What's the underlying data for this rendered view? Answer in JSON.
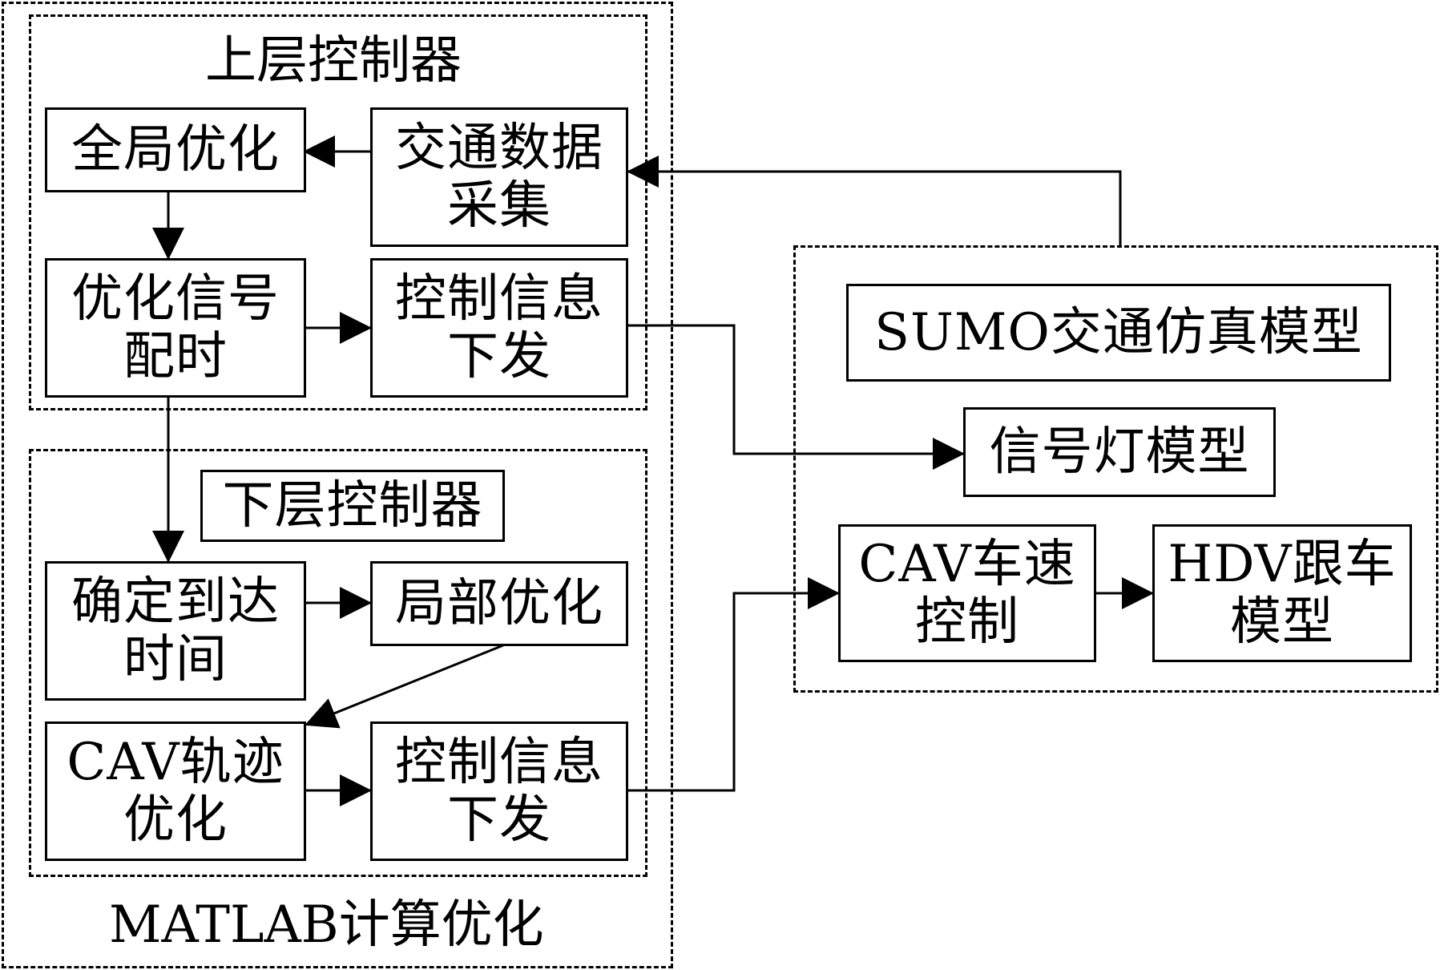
{
  "groups": {
    "matlab": {
      "label": "MATLAB计算优化"
    },
    "upper": {
      "label": "上层控制器"
    },
    "lower": {
      "label": "下层控制器"
    },
    "sumo": {
      "label": "SUMO交通仿真模型"
    }
  },
  "boxes": {
    "global_opt": "全局优化",
    "traffic_data": "交通数据\n采集",
    "opt_signal": "优化信号\n配时",
    "ctrl_info_upper": "控制信息\n下发",
    "arrival_time": "确定到达\n时间",
    "local_opt": "局部优化",
    "cav_traj": "CAV轨迹\n优化",
    "ctrl_info_lower": "控制信息\n下发",
    "signal_model": "信号灯模型",
    "cav_speed": "CAV车速\n控制",
    "hdv_follow": "HDV跟车\n模型"
  }
}
